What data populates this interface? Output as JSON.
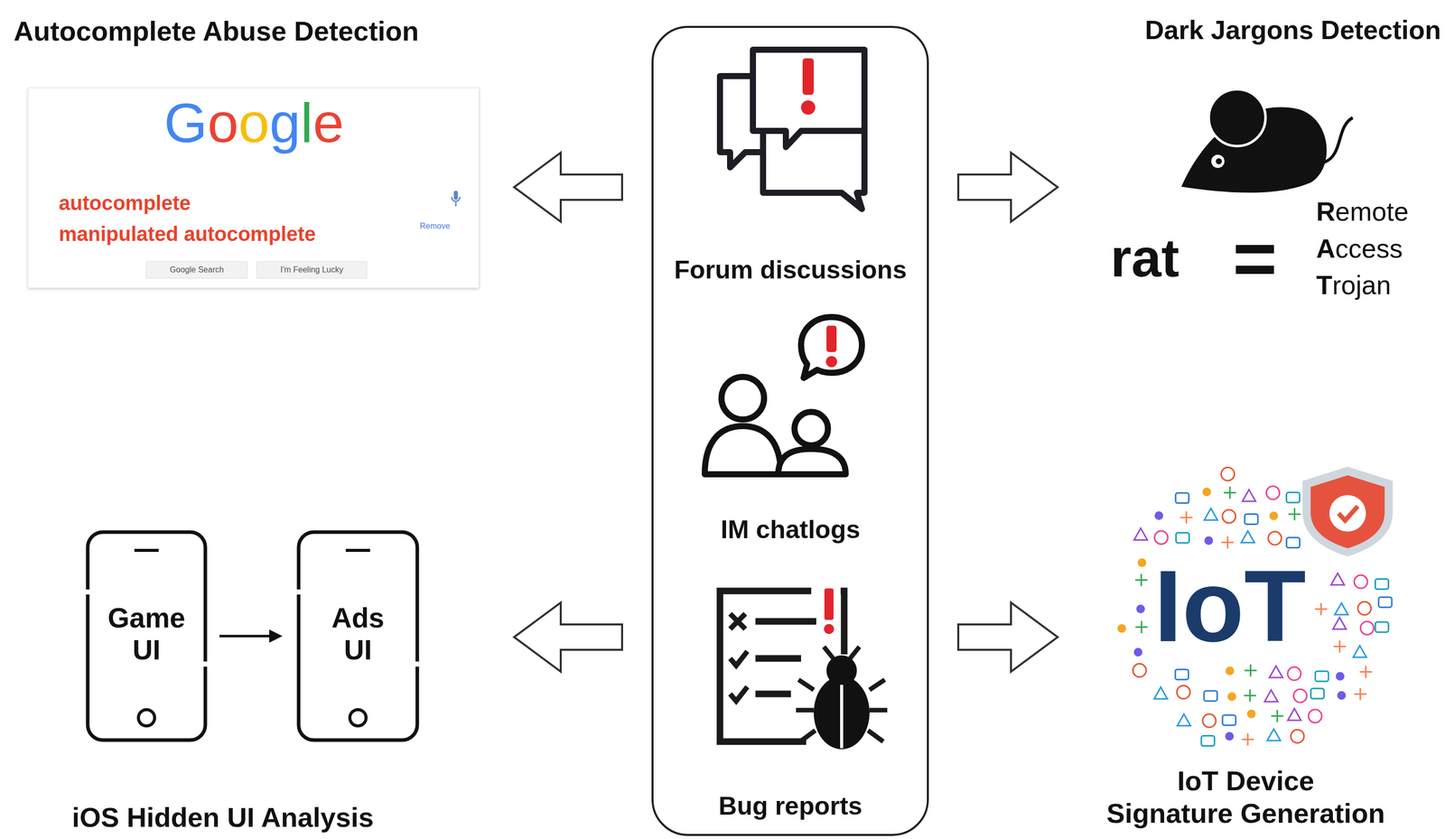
{
  "diagram": {
    "nodes": [
      {
        "text": [
          "Autocomplete Abuse Detection"
        ]
      },
      {
        "text": [
          "Google",
          "autocomplete",
          "manipulated autocomplete",
          "Remove",
          "Google Search",
          "I'm Feeling Lucky"
        ],
        "in": 0
      },
      {
        "text": [
          "Forum discussions",
          "IM chatlogs",
          "Bug reports"
        ]
      },
      {
        "text": [
          "Dark Jargons Detection",
          "rat",
          "=",
          "Remote Access Trojan"
        ]
      },
      {
        "text": [
          "iOS Hidden UI Analysis"
        ]
      },
      {
        "text": [
          "Game UI"
        ],
        "in": 4
      },
      {
        "text": [
          "Ads UI"
        ],
        "in": 4
      },
      {
        "text": [
          "IoT Device Signature Generation"
        ]
      }
    ],
    "edges": [
      {
        "from": 2,
        "to": 0,
        "arrow": "to"
      },
      {
        "from": 2,
        "to": 3,
        "arrow": "to"
      },
      {
        "from": 2,
        "to": 4,
        "arrow": "to"
      },
      {
        "from": 2,
        "to": 7,
        "arrow": "to"
      },
      {
        "from": 5,
        "to": 6,
        "arrow": "to"
      }
    ],
    "labels": [
      "IoT"
    ]
  }
}
